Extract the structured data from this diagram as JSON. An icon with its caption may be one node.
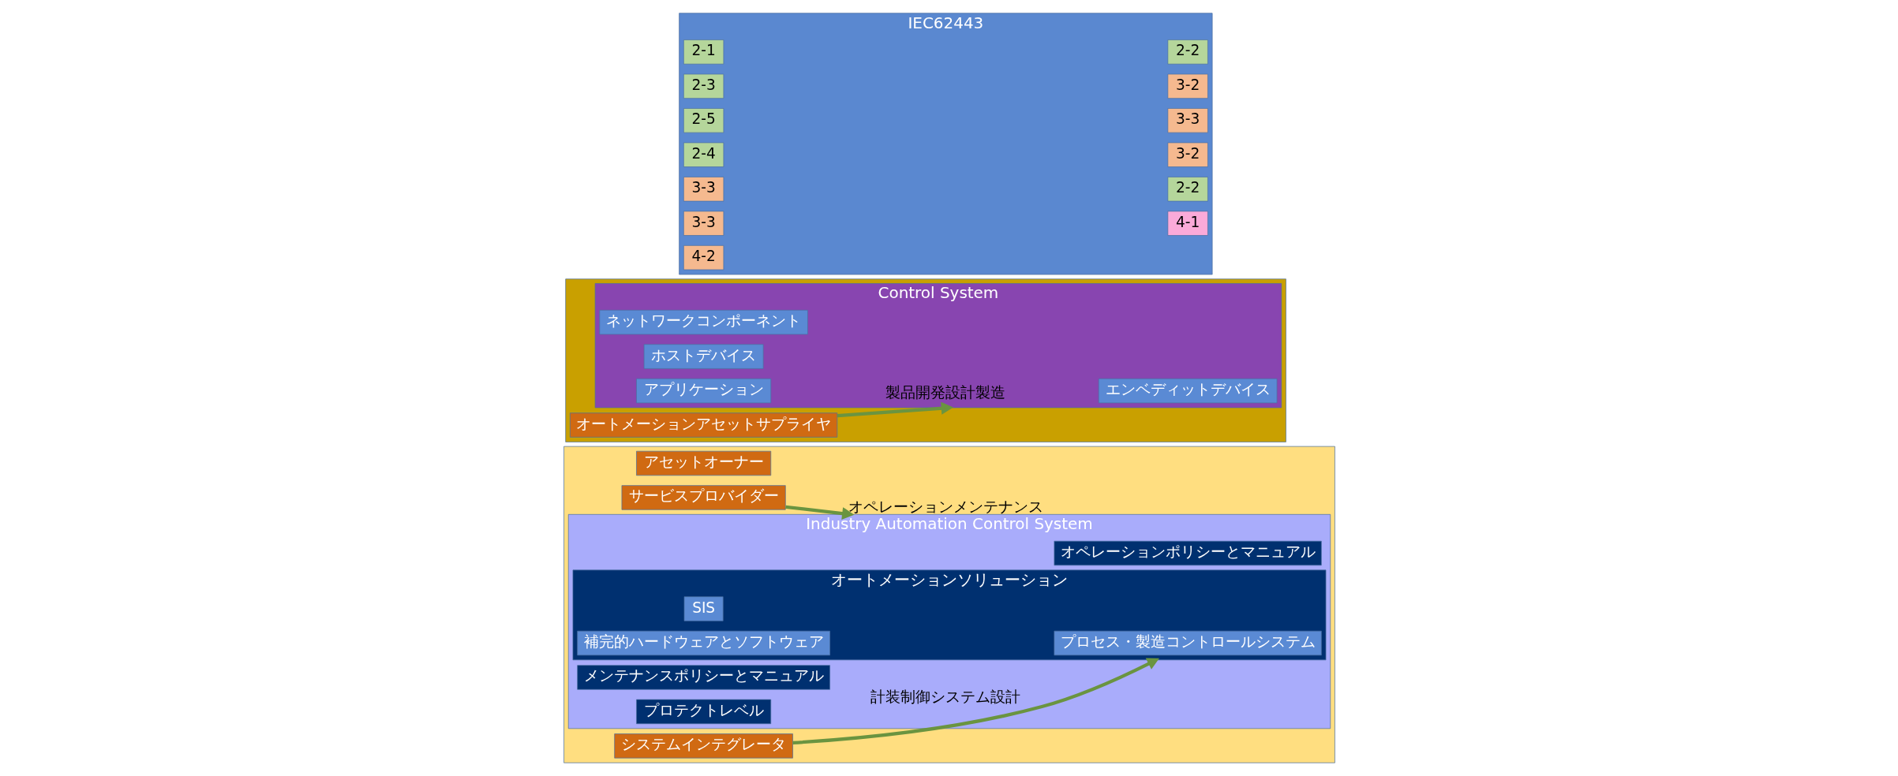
{
  "diagram": {
    "nodes": [
      {
        "text": [],
        "shape": "box"
      },
      {
        "text": [
          "Industry Automation Control System"
        ],
        "in": 0
      },
      {
        "text": [
          "アセットオーナー"
        ],
        "in": 0
      },
      {
        "text": [
          "サービスプロバイダー"
        ],
        "in": 0
      },
      {
        "text": [
          "システムインテグレータ"
        ],
        "in": 0
      },
      {
        "text": [
          "オペレーションポリシーとマニュアル"
        ],
        "in": 1
      },
      {
        "text": [
          "メンテナンスポリシーとマニュアル"
        ],
        "in": 1
      },
      {
        "text": [
          "プロテクトレベル"
        ],
        "in": 1
      },
      {
        "text": [
          "オートメーションソリューション"
        ],
        "in": 1
      },
      {
        "text": [
          "プロセス・製造コントロールシステム"
        ],
        "in": 8
      },
      {
        "text": [
          "SIS"
        ],
        "in": 8
      },
      {
        "text": [
          "補完的ハードウェアとソフトウェア"
        ],
        "in": 8
      },
      {
        "text": [],
        "shape": "box"
      },
      {
        "text": [
          "オートメーションアセットサプライヤ"
        ],
        "in": 12
      },
      {
        "text": [
          "Control System"
        ],
        "in": 12
      },
      {
        "text": [
          "エンベディットデバイス"
        ],
        "in": 14
      },
      {
        "text": [
          "ネットワークコンポーネント"
        ],
        "in": 14
      },
      {
        "text": [
          "ホストデバイス"
        ],
        "in": 14
      },
      {
        "text": [
          "アプリケーション"
        ],
        "in": 14
      },
      {
        "text": [
          "IEC62443"
        ]
      },
      {
        "text": [
          "2-1"
        ],
        "in": 19
      },
      {
        "text": [
          "2-2"
        ],
        "in": 19
      },
      {
        "text": [
          "2-3"
        ],
        "in": 19
      },
      {
        "text": [
          "3-2"
        ],
        "in": 19
      },
      {
        "text": [
          "2-5"
        ],
        "in": 19
      },
      {
        "text": [
          "3-3"
        ],
        "in": 19
      },
      {
        "text": [
          "2-4"
        ],
        "in": 19
      },
      {
        "text": [
          "3-2"
        ],
        "in": 19
      },
      {
        "text": [
          "3-3"
        ],
        "in": 19
      },
      {
        "text": [
          "2-2"
        ],
        "in": 19
      },
      {
        "text": [
          "3-3"
        ],
        "in": 19
      },
      {
        "text": [
          "4-1"
        ],
        "in": 19
      },
      {
        "text": [
          "4-2"
        ],
        "in": 19
      }
    ],
    "edges": [
      {
        "from": 3,
        "to": 1,
        "arrow": "to",
        "label": "オペレーションメンテナンス"
      },
      {
        "from": 4,
        "to": 8,
        "arrow": "to",
        "label": "計装制御システム設計"
      },
      {
        "from": 13,
        "to": 14,
        "arrow": "to",
        "label": "製品開発設計製造"
      }
    ]
  }
}
